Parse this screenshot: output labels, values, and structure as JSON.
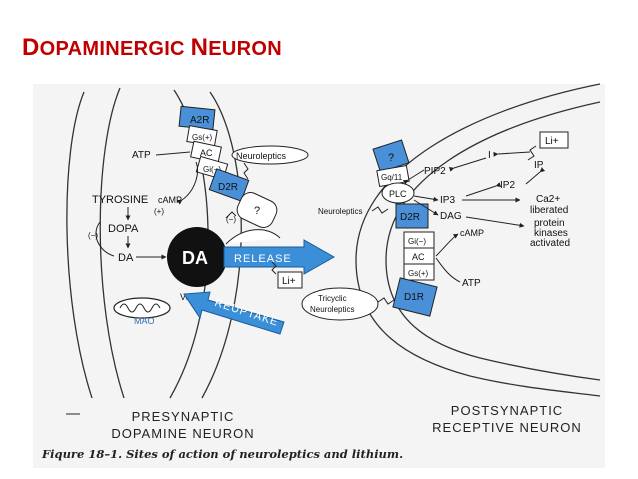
{
  "title": {
    "part1_initial": "D",
    "part1_rest": "OPAMINERGIC",
    "part2_initial": "N",
    "part2_rest": "EURON"
  },
  "caption": "Fiqure 18–1. Sites of action of neuroleptics and lithium.",
  "presynaptic": {
    "line1": "PRESYNAPTIC",
    "line2": "DOPAMINE NEURON",
    "atp": "ATP",
    "tyrosine": "TYROSINE",
    "camp": "cAMP",
    "plus": "(+)",
    "minus": "(−)",
    "dopa": "DOPA",
    "da_small": "DA",
    "da_vesicle": "DA",
    "vesicle": "Vesicle",
    "mao": "MAO",
    "release": "RELEASE",
    "reuptake": "REUPTAKE",
    "lithium": "Li+",
    "a2r": "A2R",
    "gs": "Gs(+)",
    "ac": "AC",
    "gi": "Gi(−)",
    "d2r": "D2R",
    "question": "?",
    "neuroleptics": "Neuroleptics"
  },
  "postsynaptic": {
    "line1": "POSTSYNAPTIC",
    "line2": "RECEPTIVE NEURON",
    "question": "?",
    "gq11": "Gq/11",
    "plc": "PLC",
    "d2r": "D2R",
    "gi": "Gi(−)",
    "ac": "AC",
    "gs": "Gs(+)",
    "d1r": "D1R",
    "neuroleptics": "Neuroleptics",
    "tricyclic_line1": "Tricyclic",
    "tricyclic_line2": "Neuroleptics",
    "lithium": "Li+",
    "pip2": "PIP2",
    "i": "I",
    "ip": "IP",
    "ip2": "IP2",
    "ip3": "IP3",
    "ca": "Ca2+",
    "liberated": "liberated",
    "dag": "DAG",
    "protein": "protein",
    "kinases": "kinases",
    "activated": "activated",
    "camp": "cAMP",
    "atp": "ATP"
  },
  "colors": {
    "title": "#c00000",
    "receptor": "#4a90d9",
    "arrow": "#3a8fd8",
    "vesicle": "#111111",
    "frame": "#f3f3f3"
  }
}
